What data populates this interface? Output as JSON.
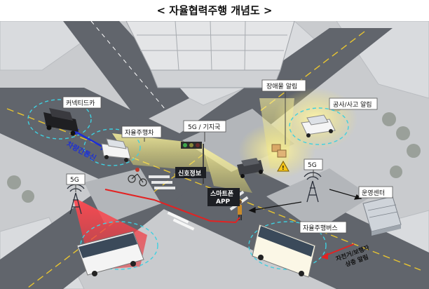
{
  "title": "< 자율협력주행 개념도 >",
  "labels": {
    "connected_car": "커넥티드카",
    "v2v": "차량간통신",
    "autonomous_car": "자율주행차",
    "base_station": "5G / 기지국",
    "obstacle_alert": "장애물 알림",
    "construction_alert": "공사/사고 알림",
    "signal_info": "신호정보",
    "smartphone_app_1": "스마트폰",
    "smartphone_app_2": "APP",
    "fiveg_left": "5G",
    "fiveg_right": "5G",
    "operation_center": "운영센터",
    "autonomous_bus": "자율주행버스",
    "ped_alert_1": "자전거/보행자",
    "ped_alert_2": "상충 알림"
  },
  "colors": {
    "road": "#5f636a",
    "sidewalk": "#a9acb1",
    "block": "#cfd1d4",
    "lane_yellow": "#e8c531",
    "signal_beam": "#f4ec7a",
    "red_beam": "#e2323a",
    "v2v_arrow": "#1d2fd6",
    "comm_ring": "#3fd0e0",
    "ped_path": "#e32222"
  }
}
